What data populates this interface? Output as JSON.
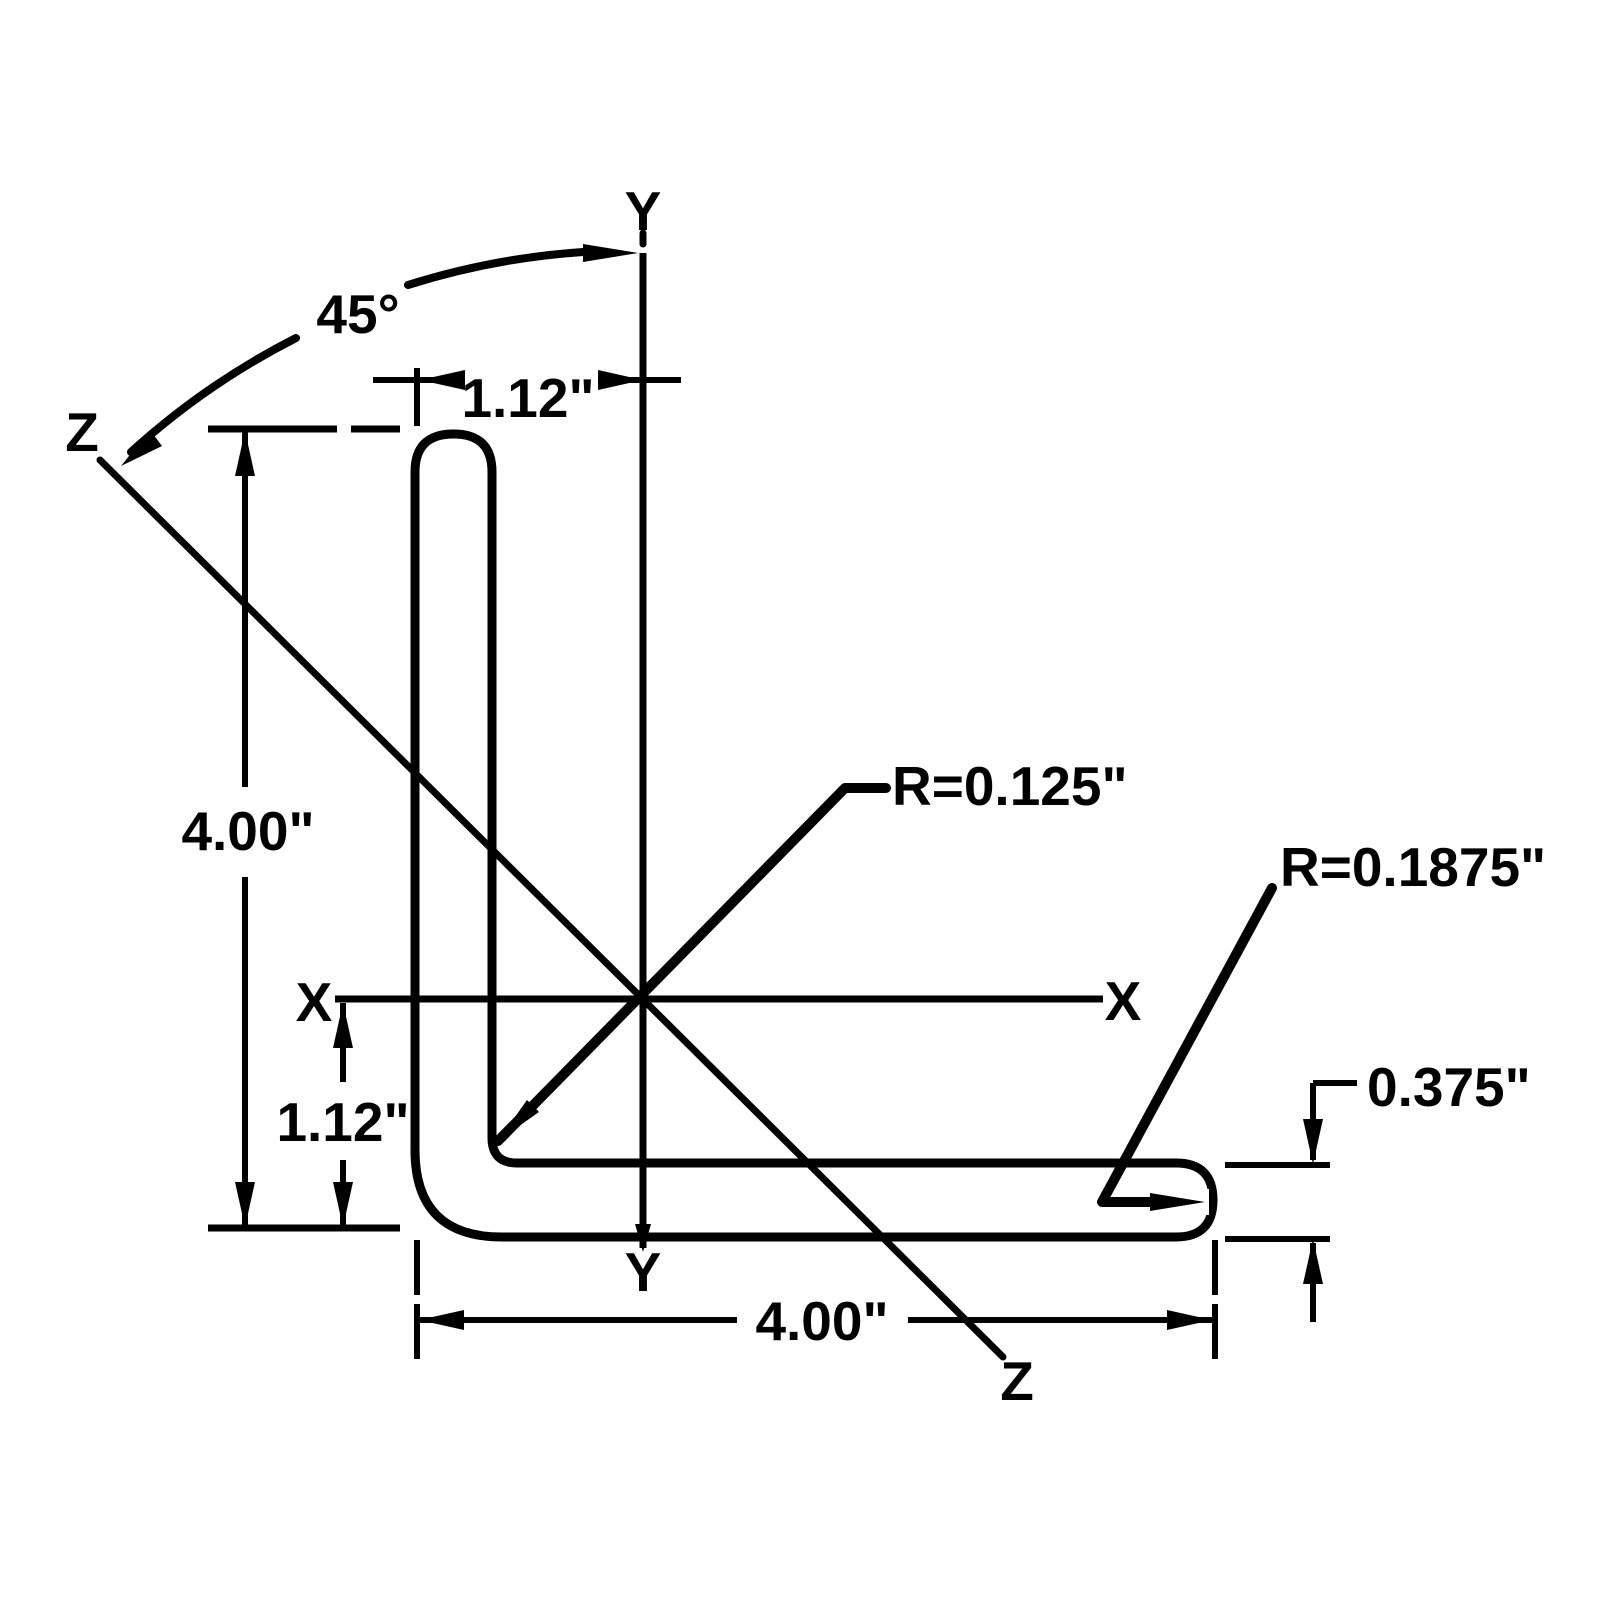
{
  "drawing": {
    "background": "#ffffff",
    "line_color": "#000000",
    "axis_labels": {
      "x_left": "X",
      "x_right": "X",
      "y_top": "Y",
      "y_bottom": "Y",
      "z_top": "Z",
      "z_bottom": "Z"
    },
    "dimensions": {
      "angle": "45°",
      "vertical_leg_length": "4.00\"",
      "horizontal_leg_length": "4.00\"",
      "top_centroid_offset": "1.12\"",
      "left_centroid_offset": "1.12\"",
      "thickness": "0.375\"",
      "inner_fillet_radius": "R=0.125\"",
      "toe_radius": "R=0.1875\""
    }
  }
}
